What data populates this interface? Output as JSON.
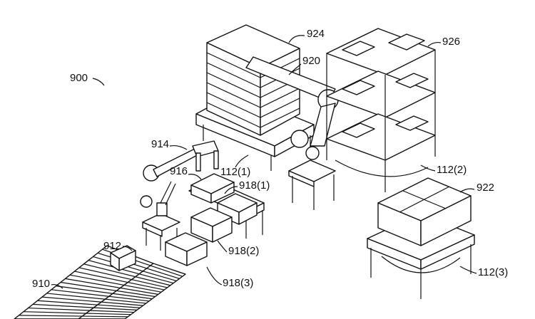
{
  "figure": {
    "labels": {
      "system": "900",
      "pallet_stack": "924",
      "robot_arm_main": "920",
      "shelving": "926",
      "robot_arm_small": "914",
      "container_916": "916",
      "platform_1": "112(1)",
      "container_1": "918(1)",
      "platform_2": "112(2)",
      "container_group": "922",
      "item_912": "912",
      "container_2": "918(2)",
      "conveyor": "910",
      "container_3": "918(3)",
      "platform_3": "112(3)"
    }
  }
}
